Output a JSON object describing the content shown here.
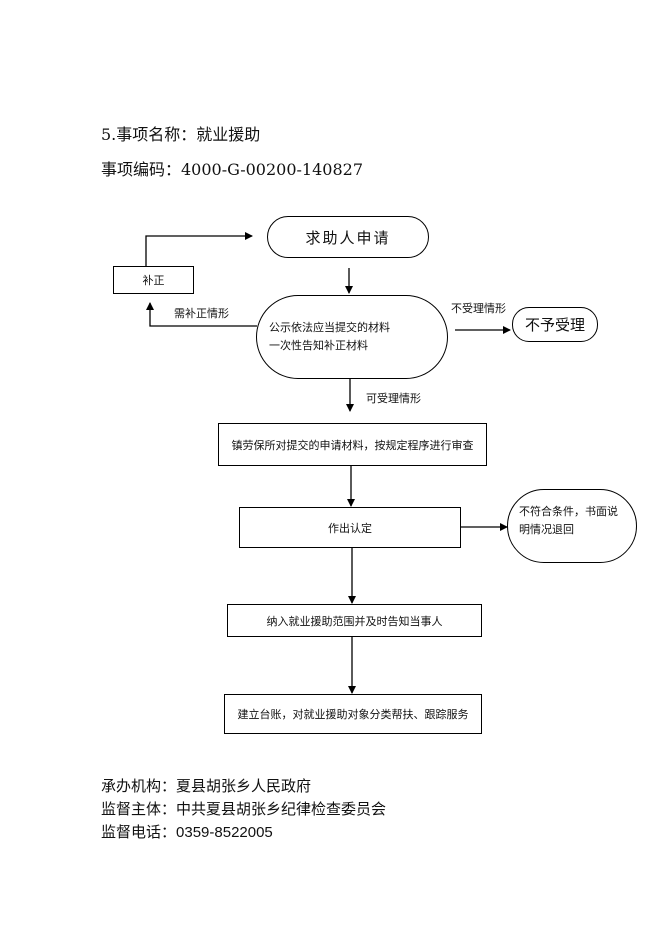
{
  "header": {
    "item_title": "5.事项名称：就业援助",
    "item_code": "事项编码：4000-G-00200-140827"
  },
  "flowchart": {
    "start": "求助人申请",
    "correction_box": "补正",
    "correction_label": "需补正情形",
    "review_oval_line1": "公示依法应当提交的材料",
    "review_oval_line2": "一次性告知补正材料",
    "reject_label": "不受理情形",
    "reject_oval": "不予受理",
    "accept_label": "可受理情形",
    "step_review": "镇劳保所对提交的申请材料，按规定程序进行审查",
    "step_decide": "作出认定",
    "decide_reject_line1": "不符合条件，书面说",
    "decide_reject_line2": "明情况退回",
    "step_include": "纳入就业援助范围并及时告知当事人",
    "step_ledger": "建立台账，对就业援助对象分类帮扶、跟踪服务"
  },
  "footer": {
    "agency_label": "承办机构：",
    "agency_value": "夏县胡张乡人民政府",
    "supervisor_label": "监督主体：",
    "supervisor_value": "中共夏县胡张乡纪律检查委员会",
    "phone_label": "监督电话：",
    "phone_value": "0359-8522005"
  }
}
